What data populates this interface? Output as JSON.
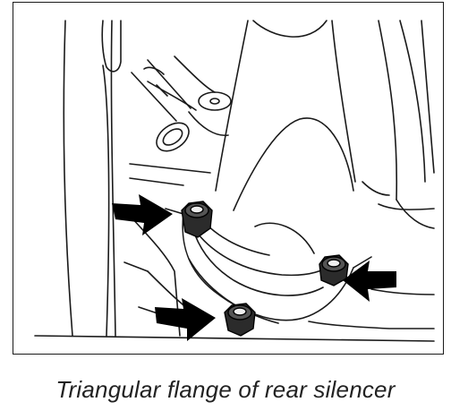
{
  "figure": {
    "caption": "Triangular flange of rear silencer",
    "callouts": [
      {
        "name": "arrow-to-upper-left-nut",
        "points_to": "upper-left-nut"
      },
      {
        "name": "arrow-to-right-nut",
        "points_to": "right-nut"
      },
      {
        "name": "arrow-to-lower-nut",
        "points_to": "lower-nut"
      }
    ],
    "colors": {
      "line": "#1a1a1a",
      "arrow": "#000000",
      "nut": "#2b2b2b",
      "background": "#ffffff"
    }
  }
}
